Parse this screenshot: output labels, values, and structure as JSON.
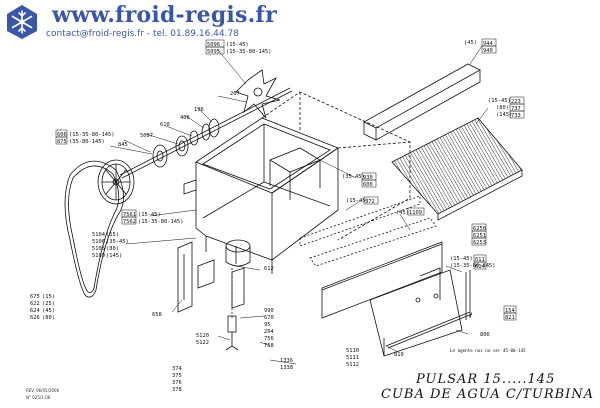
{
  "header": {
    "site": "www.froid-regis.fr",
    "contact": "contact@froid-regis.fr - tel. 01.89.16.44.78",
    "brand_color": "#3a57a7"
  },
  "drawing": {
    "title_line1": "PULSAR 15.....145",
    "title_line2": "CUBA DE AGUA C/TURBINA",
    "meta_line1": "REV. 06/05/2006",
    "meta_line2": "N° 025/1-06",
    "note": "Le agente nos no ser 45-80-145"
  },
  "parts": [
    {
      "id": "p5096",
      "label": "5096"
    },
    {
      "id": "p5095",
      "label": "5095"
    },
    {
      "id": "p267",
      "label": "267"
    },
    {
      "id": "p196",
      "label": "196"
    },
    {
      "id": "p406",
      "label": "406"
    },
    {
      "id": "p610",
      "label": "610"
    },
    {
      "id": "p5097",
      "label": "5097"
    },
    {
      "id": "p845",
      "label": "845"
    },
    {
      "id": "p606",
      "label": "606"
    },
    {
      "id": "p875",
      "label": "875"
    },
    {
      "id": "p944",
      "label": "944"
    },
    {
      "id": "p940",
      "label": "940"
    },
    {
      "id": "p223",
      "label": "223"
    },
    {
      "id": "p737",
      "label": "737"
    },
    {
      "id": "p733",
      "label": "733"
    },
    {
      "id": "p930",
      "label": "930"
    },
    {
      "id": "p600",
      "label": "600"
    },
    {
      "id": "p572",
      "label": "572"
    },
    {
      "id": "p1109",
      "label": "1109"
    },
    {
      "id": "p6250",
      "label": "6250"
    },
    {
      "id": "p6251",
      "label": "6251"
    },
    {
      "id": "p6253",
      "label": "6253"
    },
    {
      "id": "p7561",
      "label": "7561"
    },
    {
      "id": "p7562",
      "label": "7562"
    },
    {
      "id": "p5104",
      "label": "5104"
    },
    {
      "id": "p5106",
      "label": "5106"
    },
    {
      "id": "p5105",
      "label": "5105"
    },
    {
      "id": "p5109",
      "label": "5109"
    },
    {
      "id": "p611",
      "label": "611"
    },
    {
      "id": "p614",
      "label": "614"
    },
    {
      "id": "p675",
      "label": "675"
    },
    {
      "id": "p622",
      "label": "622"
    },
    {
      "id": "p624",
      "label": "624"
    },
    {
      "id": "p626",
      "label": "626"
    },
    {
      "id": "p658",
      "label": "658"
    },
    {
      "id": "p990",
      "label": "990"
    },
    {
      "id": "p670",
      "label": "670"
    },
    {
      "id": "p95",
      "label": "95"
    },
    {
      "id": "p204",
      "label": "204"
    },
    {
      "id": "p756",
      "label": "756"
    },
    {
      "id": "p758",
      "label": "758"
    },
    {
      "id": "p5120",
      "label": "5120"
    },
    {
      "id": "p5122",
      "label": "5122"
    },
    {
      "id": "p1336",
      "label": "1336"
    },
    {
      "id": "p1338",
      "label": "1338"
    },
    {
      "id": "p374",
      "label": "374"
    },
    {
      "id": "p375",
      "label": "375"
    },
    {
      "id": "p376",
      "label": "376"
    },
    {
      "id": "p378",
      "label": "378"
    },
    {
      "id": "p5110",
      "label": "5110"
    },
    {
      "id": "p5111",
      "label": "5111"
    },
    {
      "id": "p5112",
      "label": "5112"
    },
    {
      "id": "p154",
      "label": "154"
    },
    {
      "id": "p821",
      "label": "821"
    },
    {
      "id": "p806",
      "label": "806"
    },
    {
      "id": "p810",
      "label": "810"
    },
    {
      "id": "p612",
      "label": "612"
    }
  ],
  "variant_tags": {
    "t15_45": "(15-45)",
    "t15_80": "(15-35-80-145)",
    "t80": "(80)",
    "t45": "(45)",
    "t145": "(145)",
    "t35_45": "(35-45)",
    "t35_80_145": "(35-80-145)",
    "t15": "(15)",
    "t25": "(25)"
  }
}
